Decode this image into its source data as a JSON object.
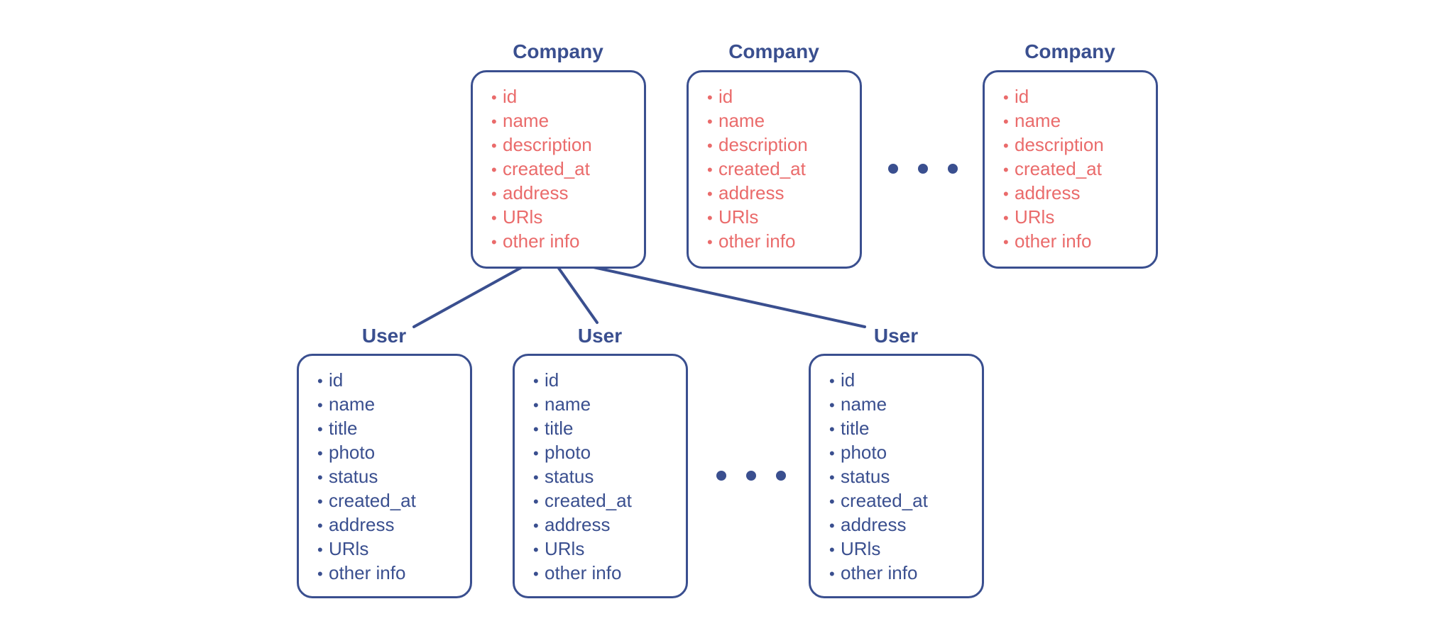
{
  "companies": [
    {
      "title": "Company",
      "fields": [
        "id",
        "name",
        "description",
        "created_at",
        "address",
        "URls",
        "other info"
      ]
    },
    {
      "title": "Company",
      "fields": [
        "id",
        "name",
        "description",
        "created_at",
        "address",
        "URls",
        "other info"
      ]
    },
    {
      "title": "Company",
      "fields": [
        "id",
        "name",
        "description",
        "created_at",
        "address",
        "URls",
        "other info"
      ]
    }
  ],
  "users": [
    {
      "title": "User",
      "fields": [
        "id",
        "name",
        "title",
        "photo",
        "status",
        "created_at",
        "address",
        "URls",
        "other info"
      ]
    },
    {
      "title": "User",
      "fields": [
        "id",
        "name",
        "title",
        "photo",
        "status",
        "created_at",
        "address",
        "URls",
        "other info"
      ]
    },
    {
      "title": "User",
      "fields": [
        "id",
        "name",
        "title",
        "photo",
        "status",
        "created_at",
        "address",
        "URls",
        "other info"
      ]
    }
  ],
  "colors": {
    "outline": "#3a4f8f",
    "company_field_text": "#ea6b6b",
    "user_field_text": "#3a4f8f"
  }
}
